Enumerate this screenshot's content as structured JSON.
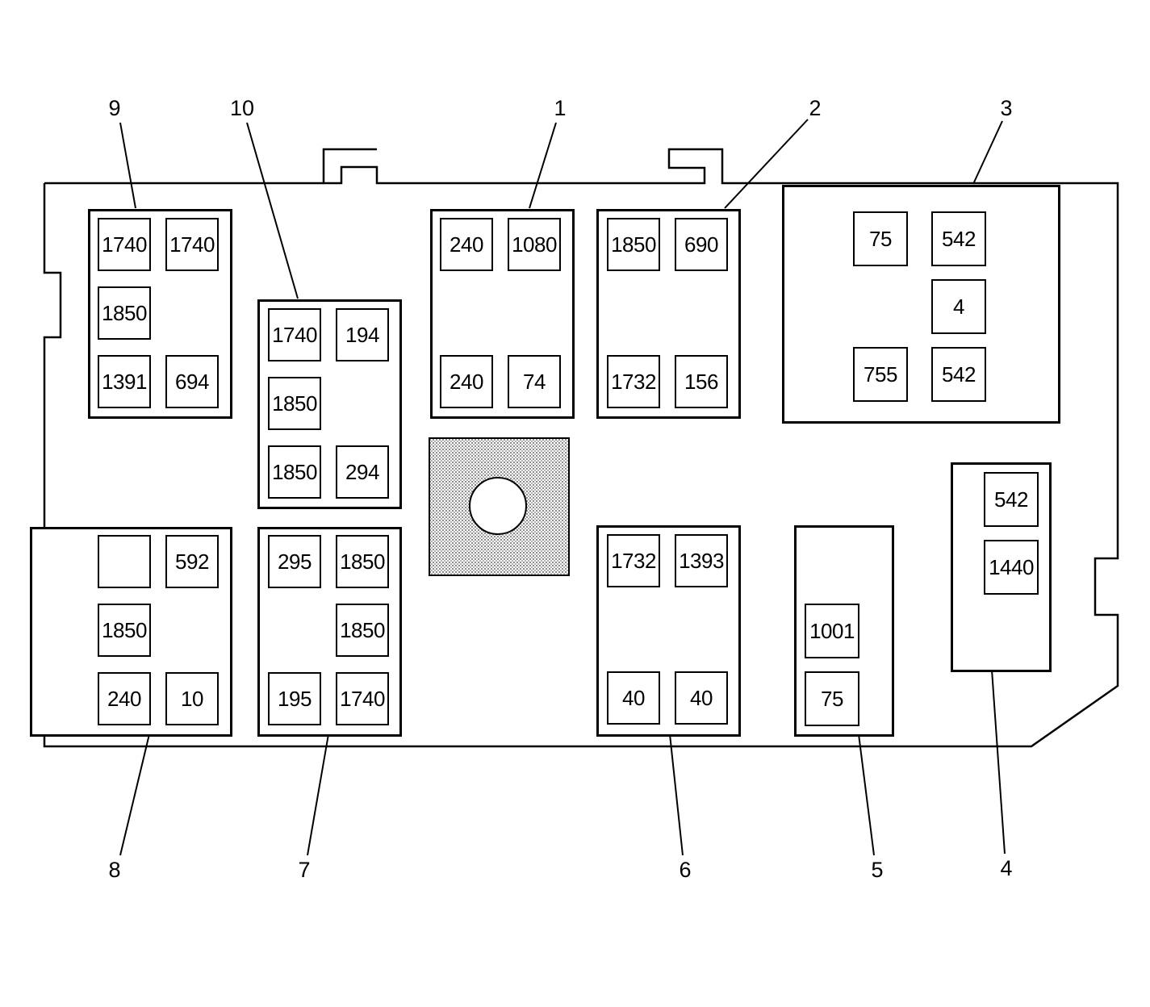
{
  "callouts": {
    "c1": "1",
    "c2": "2",
    "c3": "3",
    "c4": "4",
    "c5": "5",
    "c6": "6",
    "c7": "7",
    "c8": "8",
    "c9": "9",
    "c10": "10"
  },
  "relays": {
    "r9": [
      "1740",
      "1740",
      "1850",
      "1391",
      "694"
    ],
    "r10": [
      "1740",
      "194",
      "1850",
      "1850",
      "294"
    ],
    "r1": [
      "240",
      "1080",
      "240",
      "74"
    ],
    "r2": [
      "1850",
      "690",
      "1732",
      "156"
    ],
    "r3": [
      "75",
      "542",
      "4",
      "755",
      "542"
    ],
    "r4": [
      "542",
      "1440"
    ],
    "r8": [
      "",
      "592",
      "1850",
      "240",
      "10"
    ],
    "r7": [
      "295",
      "1850",
      "1850",
      "195",
      "1740"
    ],
    "r6": [
      "1732",
      "1393",
      "40",
      "40"
    ],
    "r5": [
      "1001",
      "75"
    ]
  }
}
